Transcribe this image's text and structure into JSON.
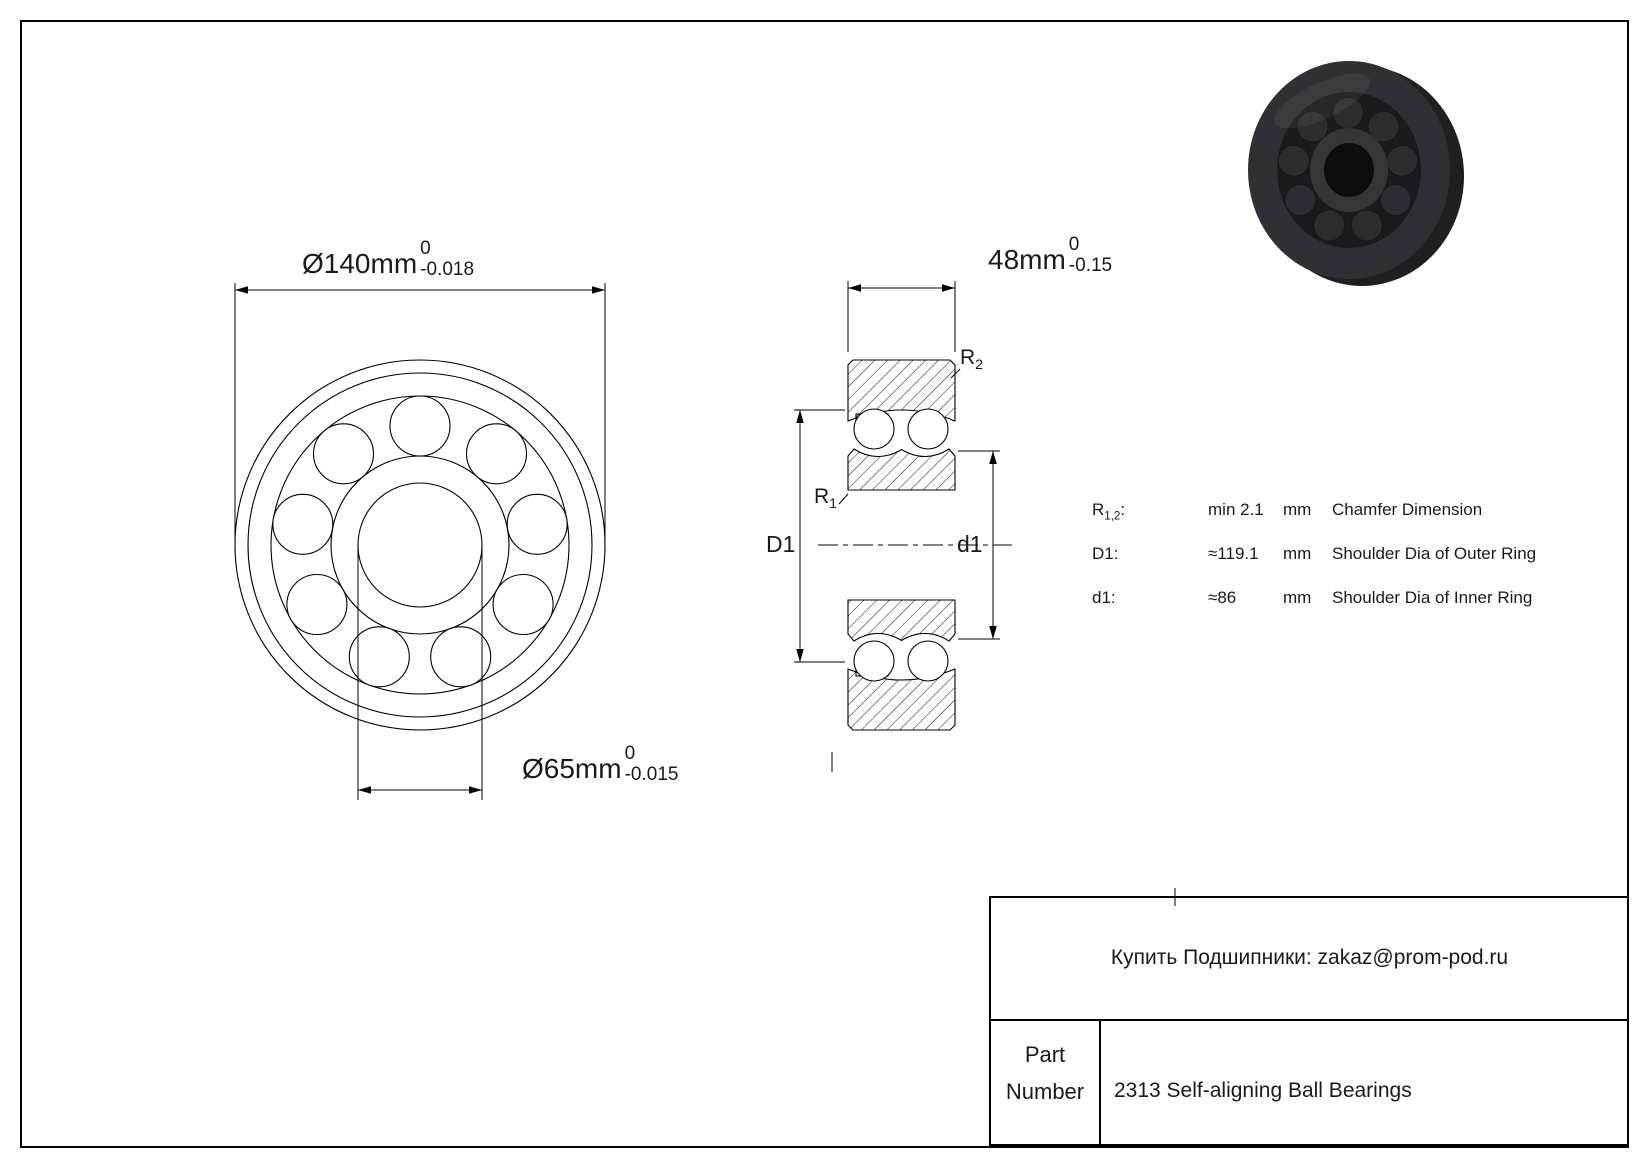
{
  "front_view": {
    "outer_dia": {
      "main": "Ø140mm",
      "tol_upper": "0",
      "tol_lower": "-0.018"
    },
    "bore_dia": {
      "main": "Ø65mm",
      "tol_upper": "0",
      "tol_lower": "-0.015"
    }
  },
  "section_view": {
    "width": {
      "main": "48mm",
      "tol_upper": "0",
      "tol_lower": "-0.15"
    },
    "labels": {
      "r1": {
        "base": "R",
        "sub": "1"
      },
      "r2": {
        "base": "R",
        "sub": "2"
      },
      "outer_shoulder": "D1",
      "inner_shoulder": "d1"
    }
  },
  "spec_table": {
    "rows": [
      {
        "base": "R",
        "sub": "1,2",
        "after": ":",
        "value": "min  2.1",
        "unit": "mm",
        "desc": "Chamfer Dimension"
      },
      {
        "base": "D1",
        "sub": "",
        "after": ":",
        "value": "≈119.1",
        "unit": "mm",
        "desc": "Shoulder Dia of Outer Ring"
      },
      {
        "base": "d1",
        "sub": "",
        "after": ":",
        "value": "≈86",
        "unit": "mm",
        "desc": "Shoulder Dia of Inner Ring"
      }
    ]
  },
  "title_block": {
    "contact": "Купить Подшипники: zakaz@prom-pod.ru",
    "part_label": "Part Number",
    "part_value": "2313 Self-aligning Ball Bearings"
  }
}
